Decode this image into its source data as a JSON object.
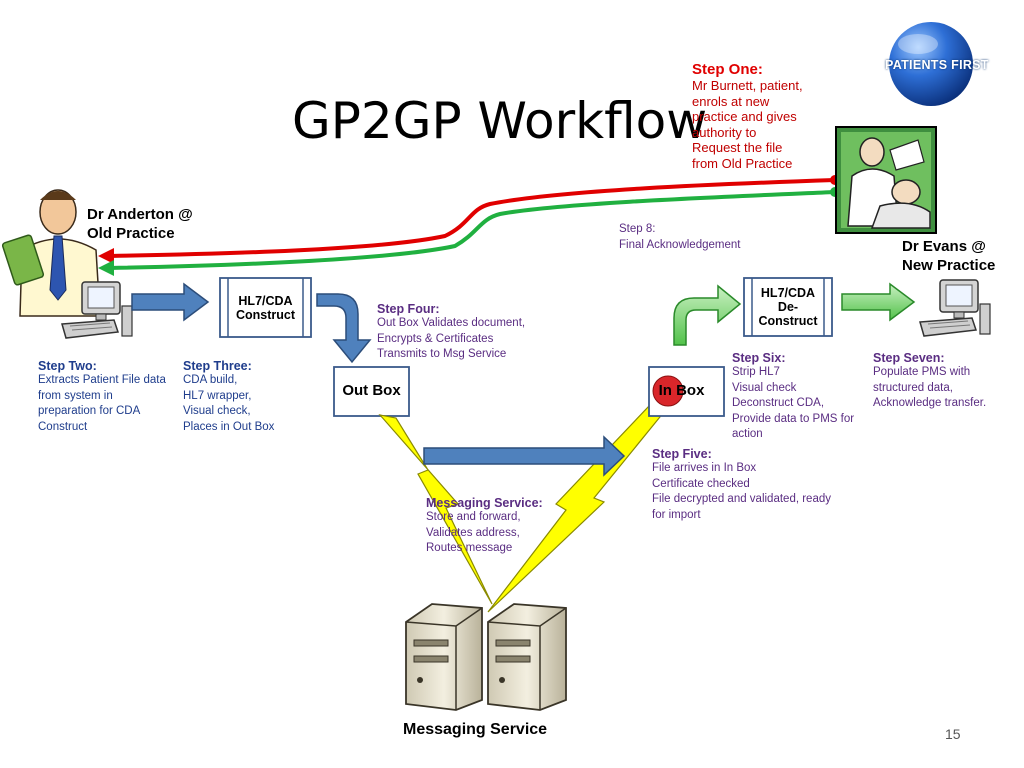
{
  "title": "GP2GP Workflow",
  "logo_text": "PATIENTS FIRST",
  "step_one": {
    "heading": "Step One:",
    "lines": [
      "Mr Burnett, patient,",
      "enrols at new",
      "practice and gives",
      "authority to",
      "Request the file",
      "from Old Practice"
    ]
  },
  "dr_anderton": {
    "lines": [
      "Dr Anderton @",
      "Old Practice"
    ]
  },
  "dr_evans": {
    "lines": [
      "Dr Evans @",
      "New Practice"
    ]
  },
  "step_eight": {
    "heading": "Step 8:",
    "lines": [
      "Final Acknowledgement"
    ]
  },
  "hl7_construct": {
    "lines": [
      "HL7/CDA",
      "Construct"
    ]
  },
  "hl7_deconstruct": {
    "lines": [
      "HL7/CDA",
      "De-",
      "Construct"
    ]
  },
  "step_four": {
    "heading": "Step Four:",
    "lines": [
      "Out Box Validates document,",
      "Encrypts & Certificates",
      "Transmits to Msg Service"
    ]
  },
  "step_two": {
    "heading": "Step Two:",
    "lines": [
      "Extracts Patient File data",
      "from system in",
      "preparation for CDA",
      "Construct"
    ]
  },
  "step_three": {
    "heading": "Step Three:",
    "lines": [
      "CDA build,",
      "HL7 wrapper,",
      "Visual check,",
      "Places in Out Box"
    ]
  },
  "out_box": "Out Box",
  "in_box": "In Box",
  "step_six": {
    "heading": "Step Six:",
    "lines": [
      "Strip HL7",
      "Visual check",
      "Deconstruct CDA,",
      "Provide data to PMS for",
      "action"
    ]
  },
  "step_seven": {
    "heading": "Step Seven:",
    "lines": [
      "Populate PMS with",
      "structured data,",
      "Acknowledge transfer."
    ]
  },
  "step_five": {
    "heading": "Step Five:",
    "lines": [
      "File arrives in In Box",
      "Certificate checked",
      "File decrypted and validated, ready",
      "for import"
    ]
  },
  "messaging_note": {
    "heading": "Messaging Service:",
    "lines": [
      "Store and forward,",
      "Validates address,",
      "Routes message"
    ]
  },
  "footer_label": "Messaging Service",
  "page_number": "15",
  "colors": {
    "request_line": "#e00000",
    "ack_line": "#20b040",
    "arrow_blue": "#4f81bd",
    "arrow_green": "#3cb44b",
    "lightning": "#ffff00",
    "text_blue": "#1f3d8c",
    "text_purple": "#5a2d82"
  },
  "icons": [
    "doctor-clipart-icon",
    "computer-icon",
    "doctor-patient-clipart-icon",
    "server-icon",
    "lightning-icon",
    "patients-first-logo"
  ]
}
